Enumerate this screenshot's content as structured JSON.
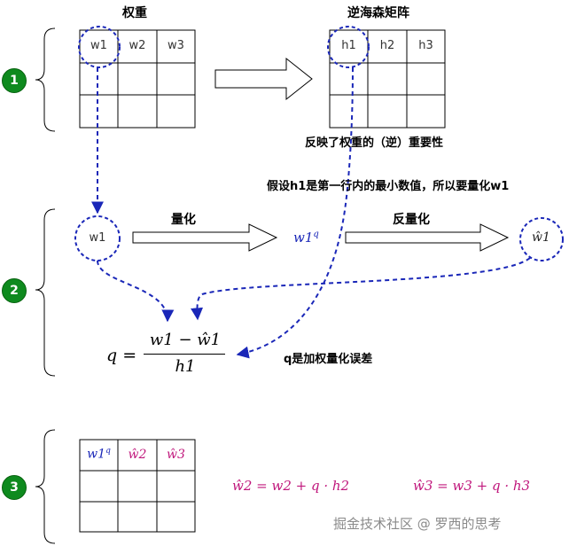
{
  "title_weights": "权重",
  "title_inverse_hessian": "逆海森矩阵",
  "weights_header": [
    "w1",
    "w2",
    "w3"
  ],
  "hessian_header": [
    "h1",
    "h2",
    "h3"
  ],
  "note_importance": "反映了权重的（逆）重要性",
  "note_assumption": "假设h1是第一行内的最小数值，所以要量化w1",
  "label_quantize": "量化",
  "label_dequantize": "反量化",
  "node_w1": "w1",
  "node_w1q": "w1",
  "node_w1q_sup": "q",
  "node_w1hat": "ŵ1",
  "formula_lhs": "q =",
  "formula_numerator": "w1 − ŵ1",
  "formula_denominator": "h1",
  "note_error": "q是加权量化误差",
  "step_labels": [
    "1",
    "2",
    "3"
  ],
  "bottom_header": {
    "c1": "w1",
    "c1_sup": "q",
    "c2": "ŵ2",
    "c3": "ŵ3"
  },
  "formula_w2": "ŵ2 = w2 + q · h2",
  "formula_w3": "ŵ3 = w3 + q · h3",
  "watermark": "掘金技术社区 @ 罗西的思考",
  "colors": {
    "step_green": "#0e8a1e",
    "dashed_blue": "#1a27b8",
    "pink": "#c0177c"
  }
}
